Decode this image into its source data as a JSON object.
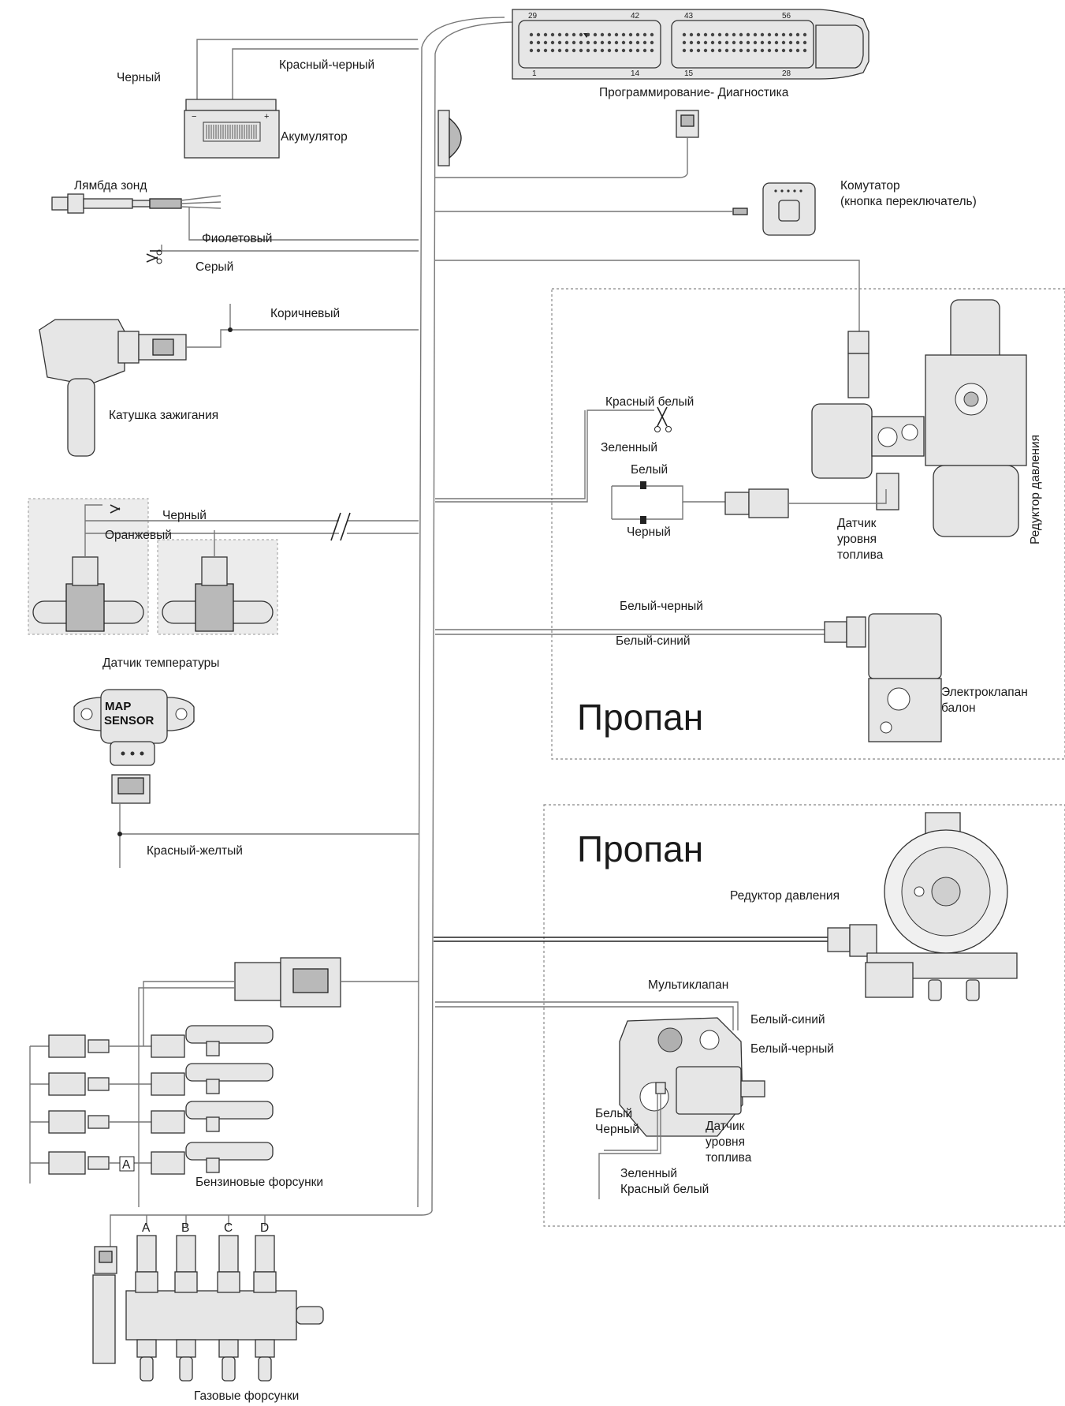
{
  "ecu": {
    "pins_left": [
      "29",
      "42",
      "1",
      "14"
    ],
    "pins_right": [
      "43",
      "56",
      "15",
      "28"
    ],
    "diagnostics_label": "Программирование- Диагностика"
  },
  "battery": {
    "label": "Акумулятор",
    "wire_black": "Черный",
    "wire_red_black": "Красный-черный"
  },
  "lambda": {
    "label": "Лямбда зонд",
    "wire_violet": "Фиолетовый",
    "wire_grey": "Серый"
  },
  "ignition": {
    "label": "Катушка зажигания",
    "wire_brown": "Коричневый"
  },
  "temperature": {
    "label": "Датчик температуры",
    "wire_black": "Черный",
    "wire_orange": "Оранжевый"
  },
  "map_sensor": {
    "line1": "MAP",
    "line2": "SENSOR",
    "wire": "Красный-желтый"
  },
  "switch": {
    "line1": "Комутатор",
    "line2": "(кнопка переключатель)"
  },
  "propane1": {
    "title": "Пропан",
    "reducer_label": "Редуктор давления",
    "wire_red_white": "Красный белый",
    "wire_green": "Зеленный",
    "wire_white": "Белый",
    "wire_black": "Черный",
    "level_line1": "Датчик",
    "level_line2": "уровня",
    "level_line3": "топлива",
    "wire_white_black": "Белый-черный",
    "wire_white_blue": "Белый-синий",
    "valve_line1": "Электроклапан",
    "valve_line2": "балон"
  },
  "propane2": {
    "title": "Пропан",
    "reducer_label": "Редуктор давления",
    "multivalve_label": "Мультиклапан",
    "wire_white_blue": "Белый-синий",
    "wire_white_black": "Белый-черный",
    "wire_white": "Белый",
    "wire_black": "Черный",
    "level_line1": "Датчик",
    "level_line2": "уровня",
    "level_line3": "топлива",
    "wire_green": "Зеленный",
    "wire_red_white": "Красный белый"
  },
  "petrol_injectors": {
    "label": "Бензиновые форсунки",
    "connector_mark": "A"
  },
  "gas_injectors": {
    "label": "Газовые форсунки",
    "letters": [
      "A",
      "B",
      "C",
      "D"
    ]
  }
}
